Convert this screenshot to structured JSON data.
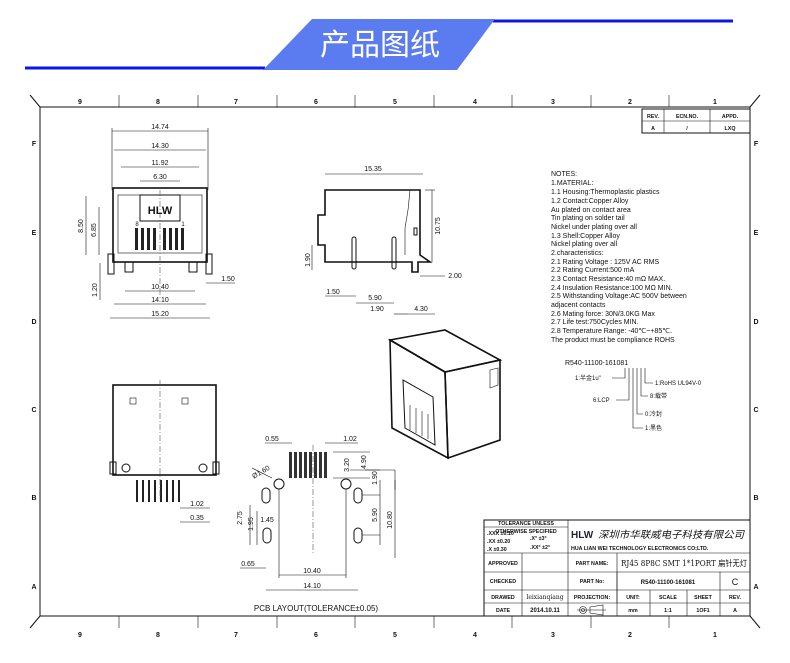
{
  "header": {
    "title": "产品图纸",
    "accent_color": "#5a7cf0",
    "line_color": "#0a16f0"
  },
  "frame": {
    "columns": [
      "9",
      "8",
      "7",
      "6",
      "5",
      "4",
      "3",
      "2",
      "1"
    ],
    "rows": [
      "F",
      "E",
      "D",
      "C",
      "B",
      "A"
    ]
  },
  "revision_table": {
    "headers": [
      "REV.",
      "ECN.NO.",
      "APPD."
    ],
    "row": [
      "A",
      "/",
      "LXQ"
    ]
  },
  "front_view": {
    "dims": [
      "14.74",
      "14.30",
      "11.92",
      "6.30",
      "8.50",
      "6.85",
      "1.50",
      "1.20",
      "10.40",
      "14.10",
      "15.20"
    ],
    "logo": "HLW",
    "pin_labels": [
      "8",
      "1"
    ]
  },
  "side_view": {
    "dims": [
      "15.35",
      "10.75",
      "1.90",
      "2.00",
      "1.50",
      "5.90",
      "1.90",
      "4.30"
    ]
  },
  "bottom_view": {
    "dims": [
      "1.02",
      "0.35"
    ]
  },
  "pcb_layout": {
    "dims": [
      "0.55",
      "1.02",
      "3.20",
      "4.90",
      "Ø1.60",
      "1.90",
      "2.75",
      "1.95",
      "1.45",
      "5.90",
      "10.80",
      "0.65",
      "10.40",
      "14.10"
    ],
    "caption": "PCB LAYOUT(TOLERANCE±0.05)"
  },
  "notes": [
    "NOTES:",
    "1.MATERIAL:",
    "  1.1  Housing:Thermoplastic plastics",
    "  1.2  Contact:Copper Alloy",
    "         Au plated on contact area",
    "         Tin plating on solder tail",
    "         Nickel under plating over all",
    "  1.3  Shell:Copper Alloy",
    "               Nickel plating over all",
    "2.characteristics:",
    "  2.1  Rating Voltage : 125V AC RMS",
    "  2.2  Rating Current:500 mA",
    "  2.3  Contact Resistance:40 mΩ  MAX.",
    "  2.4  Insulation Resistance:100 MΩ  MIN.",
    "  2.5  Withstanding Voltage:AC 500V between",
    "        adjacent contacts",
    "  2.6  Mating force: 30N/3.0KG Max",
    "  2.7  Life test:750Cycles MIN.",
    "  2.8  Temperature Range: -40℃~+85℃.",
    "  The product must be compliance ROHS"
  ],
  "part_code": {
    "number": "R540-11100-161081",
    "legend": [
      "1:半金1u\"",
      "6:LCP",
      "1:黑色",
      "0:冷封",
      "8:载带",
      "1:RoHS UL94V-0"
    ]
  },
  "title_block": {
    "tolerance_title": "TOLERANCE UNLESS",
    "tolerance_title2": "OTHERWISE SPECIFIED",
    "tol_lines": [
      ".XXX ±0.10",
      ".XX  ±0.20",
      ".X   ±0.30"
    ],
    "ang_lines": [
      ".X°  ±3°",
      ".XX°  ±2°"
    ],
    "company_logo": "HLW",
    "company_cn": "深圳市华联威电子科技有限公司",
    "company_en": "HUA LIAN WEI TECHNOLOGY ELECTRONICS CO;LTD.",
    "approved_label": "APPROVED",
    "checked_label": "CHECKED",
    "drawed_label": "DRAWED",
    "drawed_value": "leixianqiang",
    "date_label": "DATE",
    "date_value": "2014.10.11",
    "part_name_label": "PART NAME:",
    "part_name": "RJ45 8P8C SMT 1*1PORT 扁针无灯",
    "part_no_label": "PART No:",
    "part_no": "R540-11100-161081",
    "rev_letter": "C",
    "projection_label": "PROJECTION:",
    "unit_label": "UNIT:",
    "unit_value": "mm",
    "scale_label": "SCALE",
    "scale_value": "1:1",
    "sheet_label": "SHEET",
    "sheet_value": "1OF1",
    "rev_label": "REV.",
    "rev_value": "A"
  }
}
